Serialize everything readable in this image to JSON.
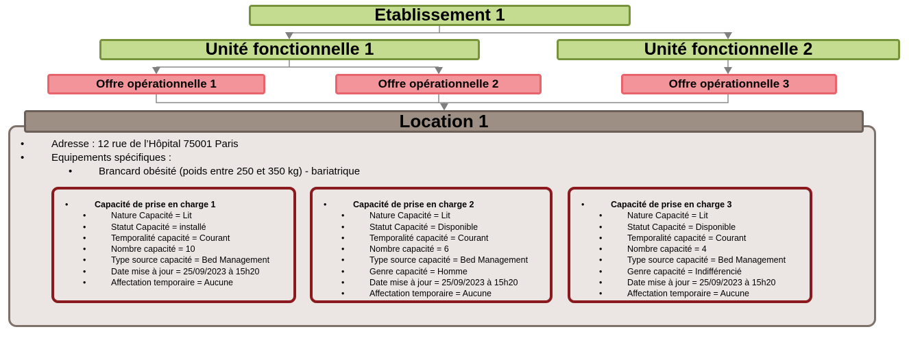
{
  "etablissement": "Etablissement 1",
  "unites": [
    "Unité fonctionnelle 1",
    "Unité fonctionnelle 2"
  ],
  "offres": [
    "Offre opérationnelle 1",
    "Offre opérationnelle 2",
    "Offre opérationnelle 3"
  ],
  "location": {
    "title": "Location  1",
    "adresse": "Adresse : 12 rue de l’Hôpital 75001 Paris",
    "equipements_label": "Equipements spécifiques :",
    "equipements": [
      "Brancard obésité (poids entre 250 et 350 kg) - bariatrique"
    ]
  },
  "capacites": [
    {
      "title": "Capacité de prise en charge  1",
      "items": [
        "Nature Capacité = Lit",
        "Statut Capacité = installé",
        "Temporalité capacité = Courant",
        "Nombre capacité = 10",
        "Type source capacité = Bed Management",
        "Date mise à jour = 25/09/2023 à 15h20",
        "Affectation temporaire = Aucune"
      ]
    },
    {
      "title": "Capacité de prise en charge  2",
      "items": [
        "Nature Capacité = Lit",
        "Statut Capacité = Disponible",
        "Temporalité capacité = Courant",
        "Nombre capacité = 6",
        "Type source capacité = Bed Management",
        "Genre capacité = Homme",
        "Date mise à jour = 25/09/2023 à 15h20",
        "Affectation temporaire = Aucune"
      ]
    },
    {
      "title": "Capacité de prise en charge  3",
      "items": [
        "Nature Capacité = Lit",
        "Statut Capacité = Disponible",
        "Temporalité capacité = Courant",
        "Nombre capacité = 4",
        "Type source capacité = Bed Management",
        "Genre capacité = Indifférencié",
        "Date mise à jour = 25/09/2023 à 15h20",
        "Affectation temporaire = Aucune"
      ]
    }
  ],
  "bullet": "•"
}
